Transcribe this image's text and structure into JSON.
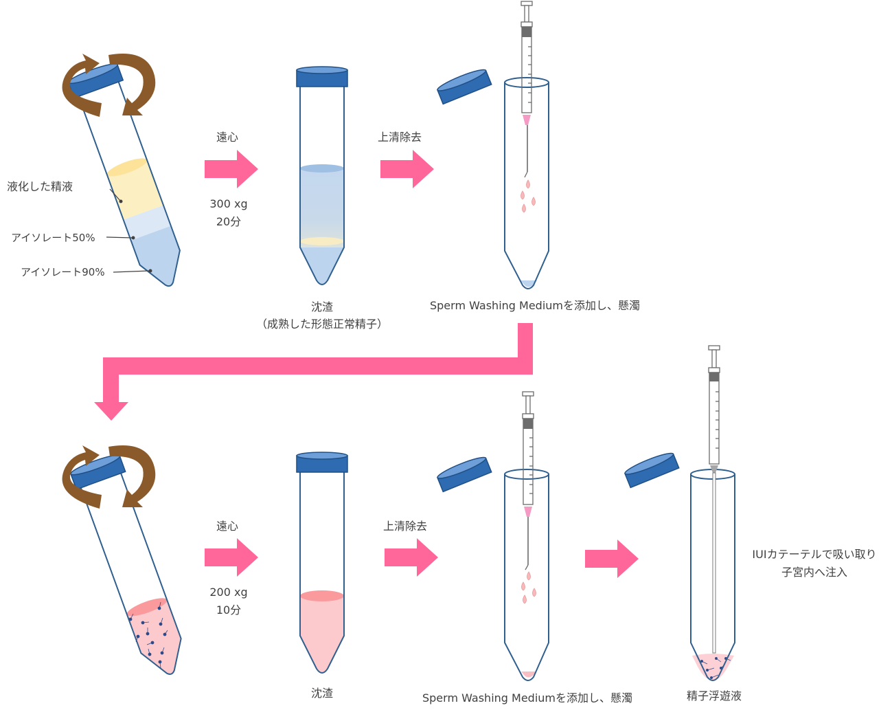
{
  "colors": {
    "arrow": "#ff6699",
    "rotate_arrow": "#8b5a2b",
    "tube_outline": "#2f5f8f",
    "cap": "#2e6bb0",
    "cap_top": "#6f9fd8",
    "serum_yellow": "#fcefc2",
    "isolate50": "#dce8f5",
    "isolate90": "#bcd4ee",
    "pink_liquid": "#fcc9cc",
    "pink_top": "#fa9a9d",
    "sperm": "#2c4a8a",
    "text": "#3f3f3f"
  },
  "top_row": {
    "tube1": {
      "labels": {
        "semen": "液化した精液",
        "isolate50": "アイソレート50%",
        "isolate90": "アイソレート90%"
      }
    },
    "step1": {
      "title": "遠心",
      "speed": "300 xg",
      "time": "20分"
    },
    "tube2": {
      "caption": "沈渣",
      "subcaption": "（成熟した形態正常精子）"
    },
    "step2": {
      "title": "上清除去"
    },
    "tube3": {
      "caption": "Sperm Washing Mediumを添加し、懸濁"
    }
  },
  "bottom_row": {
    "step1": {
      "title": "遠心",
      "speed": "200 xg",
      "time": "10分"
    },
    "tube2": {
      "caption": "沈渣"
    },
    "step2": {
      "title": "上清除去"
    },
    "tube3": {
      "caption": "Sperm Washing Mediumを添加し、懸濁"
    },
    "step3": {
      "line1": "IUIカテーテルで吸い取り",
      "line2": "子宮内へ注入"
    },
    "tube4": {
      "caption": "精子浮遊液"
    }
  }
}
